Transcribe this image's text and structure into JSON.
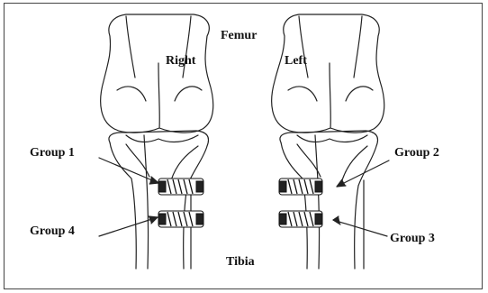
{
  "diagram": {
    "labels": {
      "femur": "Femur",
      "tibia": "Tibia",
      "right": "Right",
      "left": "Left",
      "group1": "Group 1",
      "group2": "Group 2",
      "group3": "Group 3",
      "group4": "Group 4"
    }
  }
}
